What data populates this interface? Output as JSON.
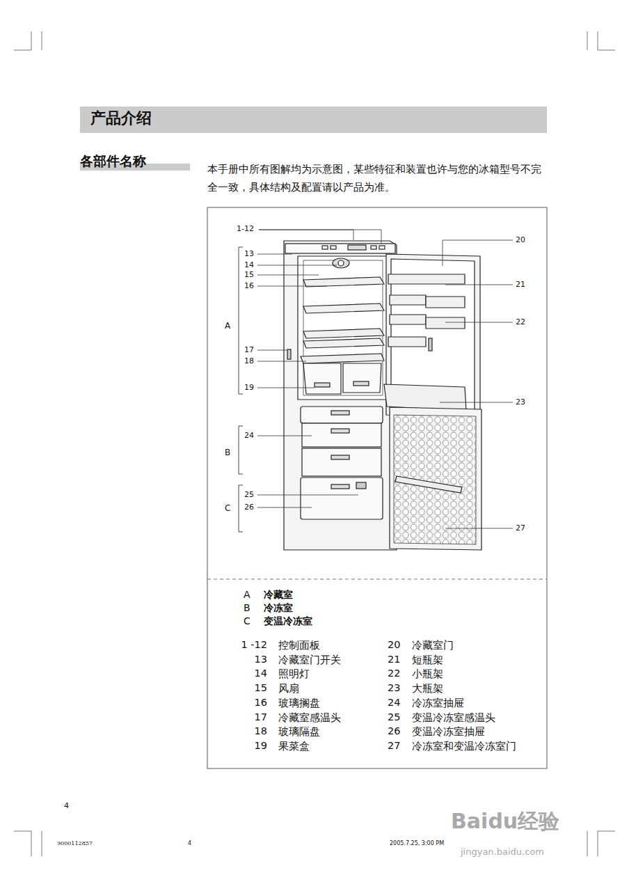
{
  "diagram": {
    "title": "产品介绍",
    "labels": [
      "各部件名称",
      "本手册中所有图解均为示意图，某些特征和装置也许与您的冰箱型号不完全一致，具体结构及配置请以产品为准。",
      "1-12",
      "13",
      "14",
      "15",
      "16",
      "A",
      "17",
      "18",
      "19",
      "B",
      "24",
      "C",
      "25",
      "26",
      "20",
      "21",
      "22",
      "23",
      "27",
      "A",
      "冷藏室",
      "B",
      "冷冻室",
      "C",
      "变温冷冻室",
      "1 -12",
      "控制面板",
      "13",
      "冷藏室门开关",
      "14",
      "照明灯",
      "15",
      "风扇",
      "16",
      "玻璃搁盘",
      "17",
      "冷藏室感温头",
      "18",
      "玻璃隔盘",
      "19",
      "果菜盒",
      "20",
      "冷藏室门",
      "21",
      "短瓶架",
      "22",
      "小瓶架",
      "23",
      "大瓶架",
      "24",
      "冷冻室抽屉",
      "25",
      "变温冷冻室感温头",
      "26",
      "变温冷冻室抽屉",
      "27",
      "冷冻室和变温冷冻室门",
      "4",
      "9000112857",
      "4",
      "2005.7.25, 3:00 PM",
      "Baidu经验",
      "jingyan.baidu.com"
    ]
  }
}
